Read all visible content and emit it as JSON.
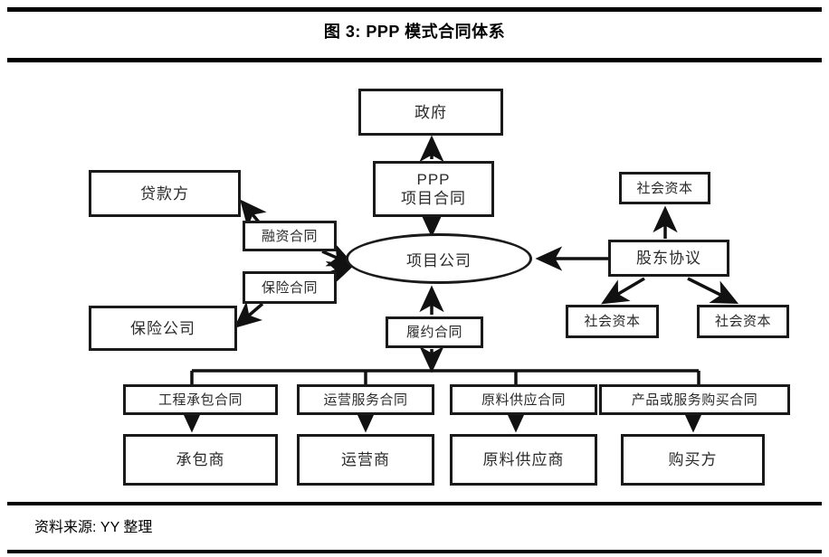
{
  "figure": {
    "title": "图 3: PPP 模式合同体系",
    "source": "资料来源: YY 整理"
  },
  "diagram": {
    "type": "flow-diagram",
    "nodes": {
      "government": "政府",
      "ppp_contract": "PPP\n项目合同",
      "project_company": "项目公司",
      "lender": "贷款方",
      "financing_contract": "融资合同",
      "insurance_contract": "保险合同",
      "insurance_company": "保险公司",
      "social_capital_top": "社会资本",
      "shareholder_agreement": "股东协议",
      "social_capital_left": "社会资本",
      "social_capital_right": "社会资本",
      "performance_contract": "履约合同",
      "engineering_contract": "工程承包合同",
      "contractor": "承包商",
      "operation_contract": "运营服务合同",
      "operator": "运营商",
      "material_contract": "原料供应合同",
      "material_supplier": "原料供应商",
      "purchase_contract": "产品或服务购买合同",
      "purchaser": "购买方"
    }
  }
}
